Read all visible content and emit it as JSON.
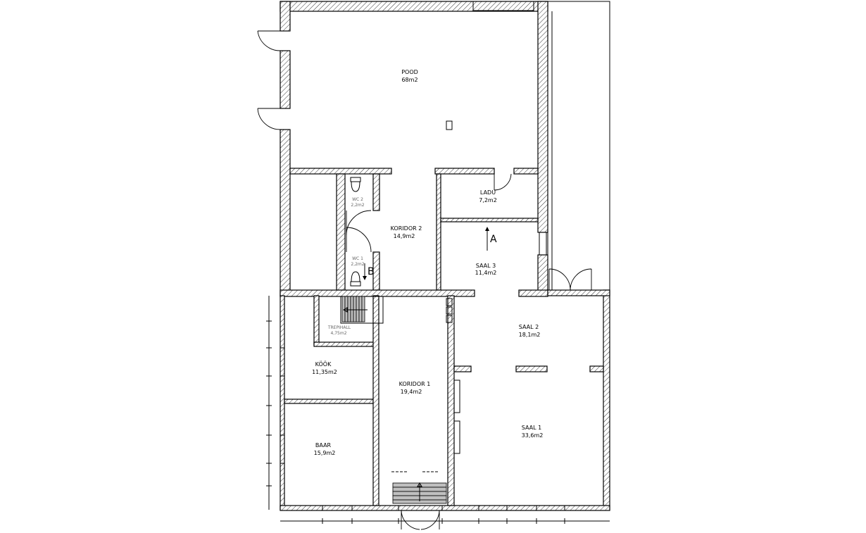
{
  "rooms": {
    "pood": {
      "name": "POOD",
      "area": "68m2"
    },
    "ladu": {
      "name": "LADU",
      "area": "7,2m2"
    },
    "wc2": {
      "name": "WC 2",
      "area": "2,2m2"
    },
    "wc1": {
      "name": "WC 1",
      "area": "2,2m2"
    },
    "koridor2": {
      "name": "KORIDOR 2",
      "area": "14,9m2"
    },
    "saal3": {
      "name": "SAAL 3",
      "area": "11,4m2"
    },
    "trepihall": {
      "name": "TREPIHALL",
      "area": "4,75m2"
    },
    "saal2": {
      "name": "SAAL 2",
      "area": "18,1m2"
    },
    "kook": {
      "name": "KÖÖK",
      "area": "11,35m2"
    },
    "koridor1": {
      "name": "KORIDOR 1",
      "area": "19,4m2"
    },
    "saal1": {
      "name": "SAAL 1",
      "area": "33,6m2"
    },
    "baar": {
      "name": "BAAR",
      "area": "15,9m2"
    }
  },
  "section_markers": {
    "a": "A",
    "b": "B"
  }
}
